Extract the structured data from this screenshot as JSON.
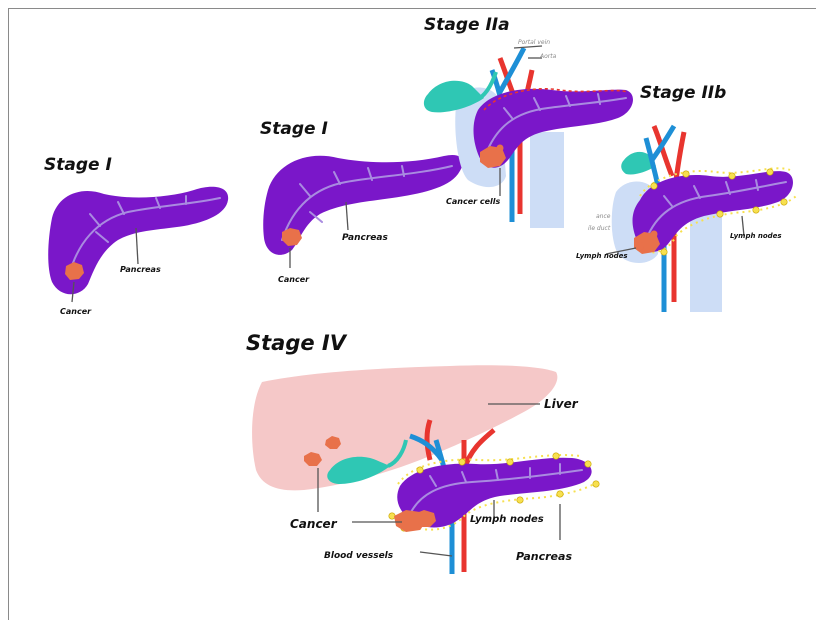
{
  "stages": {
    "s1a": "Stage I",
    "s1b": "Stage I",
    "s2a": "Stage IIa",
    "s2b": "Stage IIb",
    "s4": "Stage IV"
  },
  "labels": {
    "s1a_pancreas": "Pancreas",
    "s1a_cancer": "Cancer",
    "s1b_pancreas": "Pancreas",
    "s1b_cancer": "Cancer",
    "s2a_portal": "Portal vein",
    "s2a_aorta": "Aorta",
    "s2a_cancer_cells": "Cancer cells",
    "s2b_lymph_nodes_right": "Lymph nodes",
    "s2b_lymph_nodes_left": "Lymph nodes",
    "s2b_partial_1": "ance",
    "s2b_partial_2": "ile duct",
    "s4_liver": "Liver",
    "s4_cancer": "Cancer",
    "s4_lymph_nodes": "Lymph nodes",
    "s4_blood_vessels": "Blood vessels",
    "s4_pancreas": "Pancreas"
  },
  "colors": {
    "pancreas": "#7a17c9",
    "cancer": "#e8714a",
    "lymph_node": "#f7e04f",
    "liver": "#f5c8c8",
    "gallbladder": "#2fc7b4",
    "vein": "#1e8fd6",
    "artery": "#e8352f",
    "blue_tissue": "#cdddf6"
  }
}
